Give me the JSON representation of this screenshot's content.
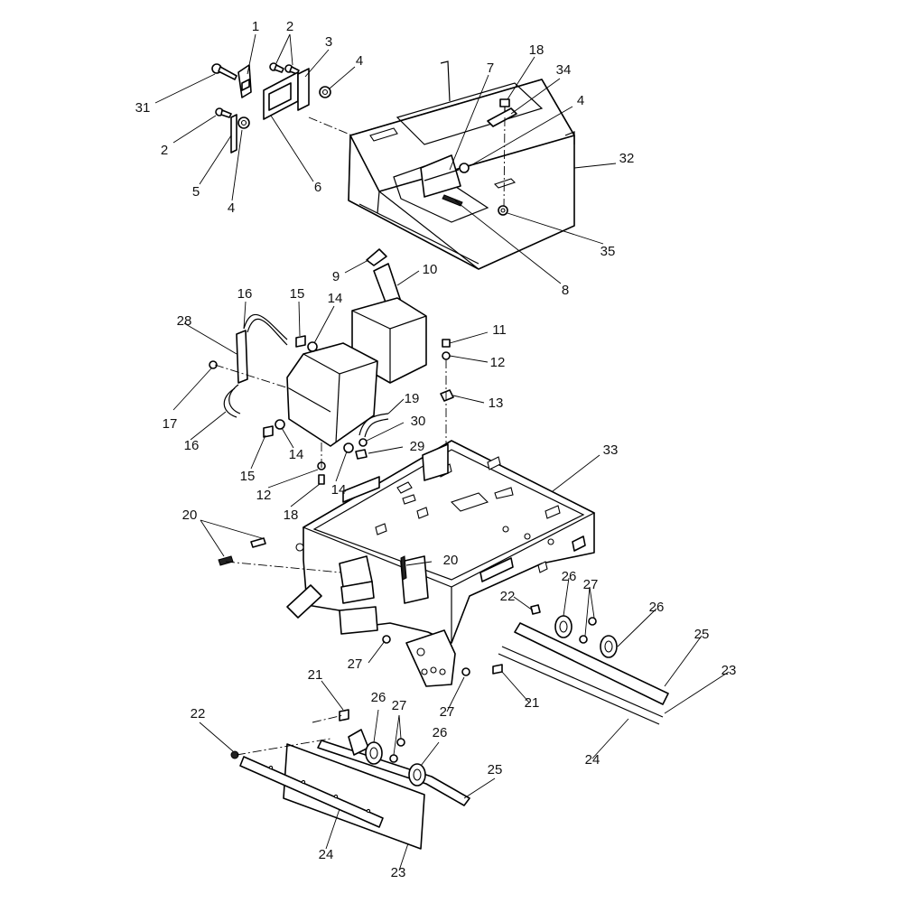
{
  "diagram": {
    "type": "exploded-parts-view",
    "callouts": [
      {
        "id": "c1",
        "label": "1"
      },
      {
        "id": "c2a",
        "label": "2"
      },
      {
        "id": "c3",
        "label": "3"
      },
      {
        "id": "c4a",
        "label": "4"
      },
      {
        "id": "c31",
        "label": "31"
      },
      {
        "id": "c2b",
        "label": "2"
      },
      {
        "id": "c5",
        "label": "5"
      },
      {
        "id": "c4b",
        "label": "4"
      },
      {
        "id": "c6",
        "label": "6"
      },
      {
        "id": "c7",
        "label": "7"
      },
      {
        "id": "c18a",
        "label": "18"
      },
      {
        "id": "c34",
        "label": "34"
      },
      {
        "id": "c4c",
        "label": "4"
      },
      {
        "id": "c32",
        "label": "32"
      },
      {
        "id": "c35",
        "label": "35"
      },
      {
        "id": "c8",
        "label": "8"
      },
      {
        "id": "c9",
        "label": "9"
      },
      {
        "id": "c10",
        "label": "10"
      },
      {
        "id": "c16a",
        "label": "16"
      },
      {
        "id": "c15a",
        "label": "15"
      },
      {
        "id": "c14a",
        "label": "14"
      },
      {
        "id": "c28",
        "label": "28"
      },
      {
        "id": "c11",
        "label": "11"
      },
      {
        "id": "c12a",
        "label": "12"
      },
      {
        "id": "c13",
        "label": "13"
      },
      {
        "id": "c17",
        "label": "17"
      },
      {
        "id": "c19",
        "label": "19"
      },
      {
        "id": "c30",
        "label": "30"
      },
      {
        "id": "c16b",
        "label": "16"
      },
      {
        "id": "c14b",
        "label": "14"
      },
      {
        "id": "c29",
        "label": "29"
      },
      {
        "id": "c15b",
        "label": "15"
      },
      {
        "id": "c12b",
        "label": "12"
      },
      {
        "id": "c14c",
        "label": "14"
      },
      {
        "id": "c18b",
        "label": "18"
      },
      {
        "id": "c33",
        "label": "33"
      },
      {
        "id": "c20a",
        "label": "20"
      },
      {
        "id": "c20b",
        "label": "20"
      },
      {
        "id": "c26a",
        "label": "26"
      },
      {
        "id": "c27a",
        "label": "27"
      },
      {
        "id": "c22a",
        "label": "22"
      },
      {
        "id": "c26b",
        "label": "26"
      },
      {
        "id": "c25a",
        "label": "25"
      },
      {
        "id": "c23a",
        "label": "23"
      },
      {
        "id": "c27b",
        "label": "27"
      },
      {
        "id": "c21a",
        "label": "21"
      },
      {
        "id": "c21b",
        "label": "21"
      },
      {
        "id": "c27c",
        "label": "27"
      },
      {
        "id": "c24a",
        "label": "24"
      },
      {
        "id": "c22b",
        "label": "22"
      },
      {
        "id": "c26c",
        "label": "26"
      },
      {
        "id": "c27d",
        "label": "27"
      },
      {
        "id": "c26d",
        "label": "26"
      },
      {
        "id": "c25b",
        "label": "25"
      },
      {
        "id": "c24b",
        "label": "24"
      },
      {
        "id": "c23b",
        "label": "23"
      }
    ]
  }
}
